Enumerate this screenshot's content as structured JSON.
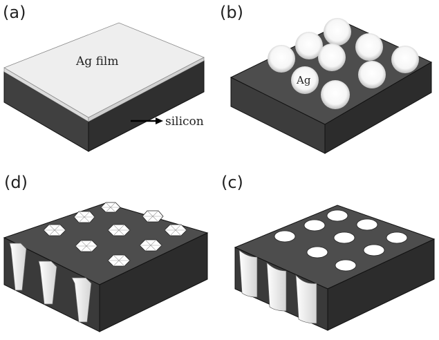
{
  "panels": {
    "a": {
      "label": "(a)",
      "film_label": "Ag film",
      "substrate_label": "silicon"
    },
    "b": {
      "label": "(b)",
      "particle_label": "Ag"
    },
    "c": {
      "label": "(c)"
    },
    "d": {
      "label": "(d)"
    }
  },
  "colors": {
    "silicon_top": "#4d4d4d",
    "silicon_side": "#3a3a3a",
    "silicon_front": "#2c2c2c",
    "ag_film": "#eeeeee",
    "hole": "#ffffff",
    "edge": "#111111"
  }
}
